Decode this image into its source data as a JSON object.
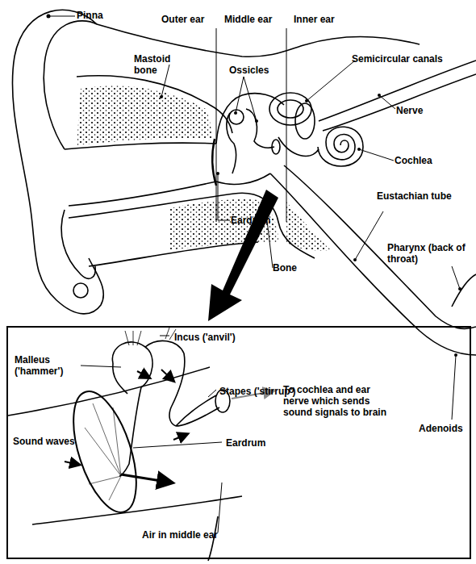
{
  "diagram": {
    "nodes": [
      {
        "text": [
          "Incus ('anvil')",
          "Malleus ('hammer')",
          "Stapes ('stirrup')",
          "To cochlea and ear nerve which sends sound signals to brain",
          "Sound waves",
          "Eardrum",
          "Air in middle ear"
        ]
      }
    ],
    "labels": [
      "Pinna",
      "Outer ear",
      "Middle ear",
      "Inner ear",
      "Mastoid bone",
      "Ossicles",
      "Semicircular canals",
      "Nerve",
      "Cochlea",
      "Eardrum",
      "Eustachian tube",
      "Bone",
      "Pharynx (back of throat)",
      "Adenoids"
    ]
  }
}
